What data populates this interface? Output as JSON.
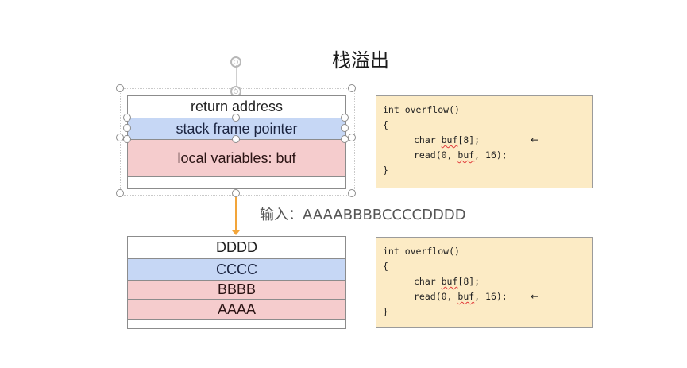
{
  "title": "栈溢出",
  "input_label": "输入：AAAABBBBCCCCDDDD",
  "stack_before": {
    "cells": [
      {
        "label": "return address",
        "color": "#ffffff"
      },
      {
        "label": "stack frame pointer",
        "color": "#c6d7f5"
      },
      {
        "label": "local variables: buf",
        "color": "#f5cccd"
      },
      {
        "label": "",
        "color": "#ffffff"
      }
    ]
  },
  "stack_after": {
    "cells": [
      {
        "label": "DDDD",
        "color": "#ffffff"
      },
      {
        "label": "CCCC",
        "color": "#c6d7f5"
      },
      {
        "label": "BBBB",
        "color": "#f5cccd"
      },
      {
        "label": "AAAA",
        "color": "#f5cccd"
      },
      {
        "label": "",
        "color": "#ffffff"
      }
    ]
  },
  "code_before": {
    "line1": "int overflow()",
    "line2": "{",
    "line3_a": "char ",
    "line3_b": "buf",
    "line3_c": "[8];",
    "line4_a": "read(0, ",
    "line4_b": "buf",
    "line4_c": ", 16);",
    "line5": "}",
    "arrow": "←",
    "arrow_line": 3
  },
  "code_after": {
    "line1": "int overflow()",
    "line2": "{",
    "line3_a": "char ",
    "line3_b": "buf",
    "line3_c": "[8];",
    "line4_a": "read(0, ",
    "line4_b": "buf",
    "line4_c": ", 16);",
    "line5": "}",
    "arrow": "←",
    "arrow_line": 4
  },
  "colors": {
    "connector": "#f2a53a",
    "code_bg": "#fcebc5"
  }
}
